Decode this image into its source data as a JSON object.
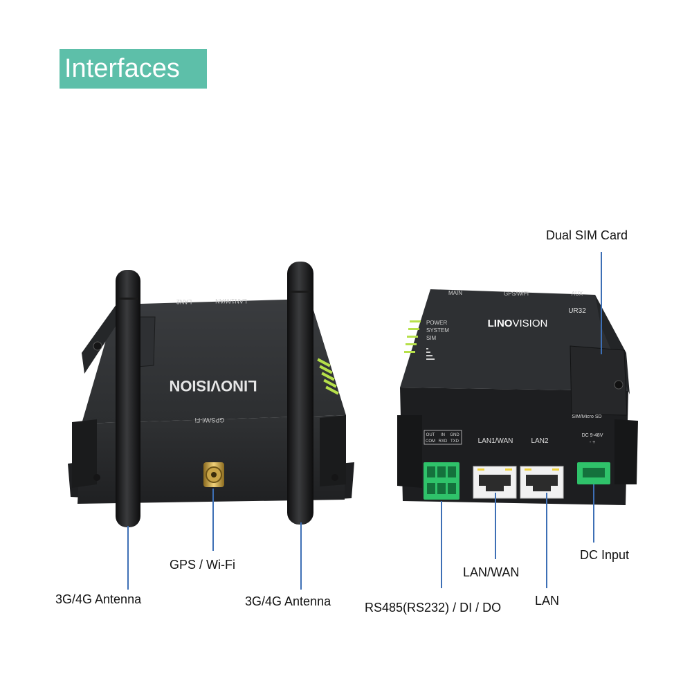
{
  "title": "Interfaces",
  "device_left": {
    "brand": "LINOVISION",
    "port_label_top_1": "LAN1/WAN",
    "port_label_top_2": "LAN2",
    "port_label_gps": "GPS/Wi-Fi"
  },
  "device_right": {
    "brand_prefix": "LINO",
    "brand_suffix": "VISION",
    "model": "UR32",
    "top_labels": [
      "MAIN",
      "GPS/WIFI",
      "AUX"
    ],
    "leds": [
      "POWER",
      "SYSTEM",
      "SIM"
    ],
    "sim_slot_label": "SIM/Micro SD",
    "lan1_label": "LAN1/WAN",
    "lan2_label": "LAN2",
    "dc_label": "DC 9-48V",
    "dc_polarity": "-   +",
    "terminal_row1": [
      "OUT",
      "IN",
      "GND"
    ],
    "terminal_row2": [
      "COM",
      "RXD",
      "TXD"
    ]
  },
  "callouts": {
    "antenna_left": "3G/4G Antenna",
    "gps_wifi": "GPS / Wi-Fi",
    "antenna_right": "3G/4G Antenna",
    "dual_sim": "Dual SIM Card",
    "serial": "RS485(RS232) / DI / DO",
    "lan_wan": "LAN/WAN",
    "lan": "LAN",
    "dc_input": "DC Input"
  },
  "colors": {
    "banner": "#5dbfa9",
    "lead_line": "#3d6fb5",
    "device_body": "#2a2c2e",
    "led_green": "#b6e04a",
    "terminal_green": "#2fc26a"
  }
}
